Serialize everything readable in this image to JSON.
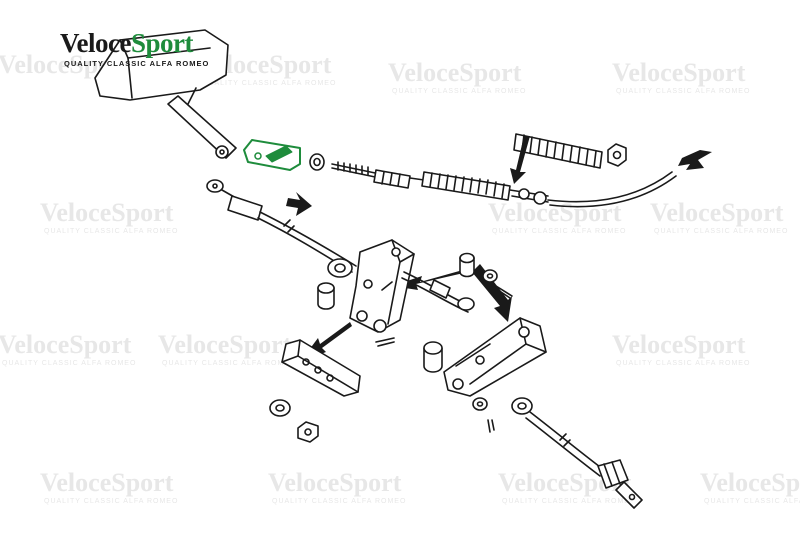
{
  "brand": {
    "name_part1": "Veloce",
    "name_part2": "Sport",
    "tagline": "QUALITY CLASSIC ALFA ROMEO"
  },
  "watermark": {
    "name": "VeloceSport",
    "tagline": "QUALITY CLASSIC ALFA ROMEO"
  },
  "colors": {
    "highlight": "#1e8c3c",
    "ink": "#1a1a1a",
    "watermark": "#e7e7e7"
  }
}
